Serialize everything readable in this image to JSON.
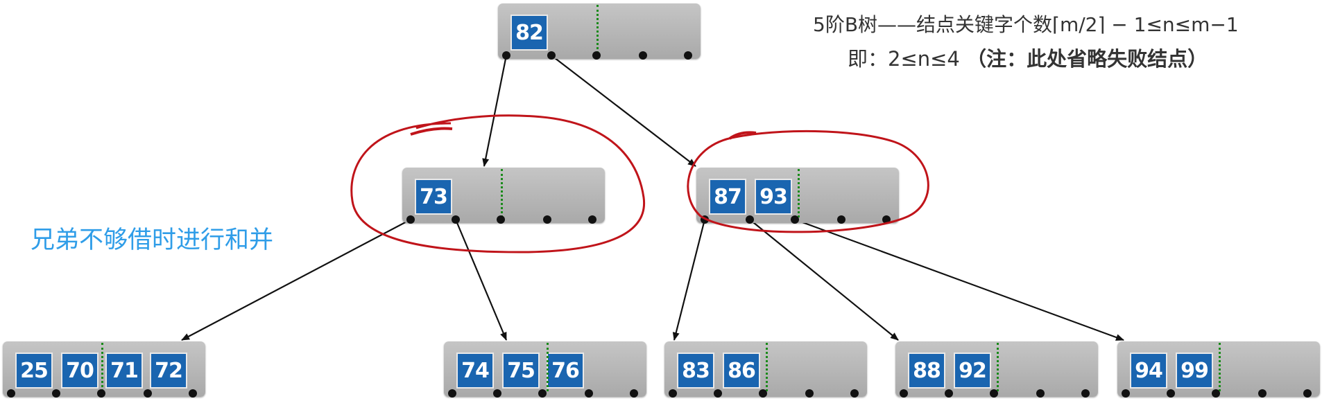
{
  "title": {
    "line1": "5阶B树——结点关键字个数⌈m/2⌉ − 1≤n≤m−1",
    "line2_main": "即：2≤n≤4 ",
    "line2_note": "（注：此处省略失败结点）"
  },
  "annotation": "兄弟不够借时进行和并",
  "colors": {
    "key_fill": "#1a65b0",
    "node_fill": "#b5b5b5",
    "separator": "#1a8a1a",
    "annotation_text": "#2f9de8",
    "highlight_ink": "#c0141a"
  },
  "tree": {
    "order": 5,
    "nodes": [
      {
        "id": "root",
        "keys": [
          "82"
        ]
      },
      {
        "id": "mid-left",
        "keys": [
          "73"
        ]
      },
      {
        "id": "mid-right",
        "keys": [
          "87",
          "93"
        ]
      },
      {
        "id": "leaf-1",
        "keys": [
          "25",
          "70",
          "71",
          "72"
        ]
      },
      {
        "id": "leaf-2",
        "keys": [
          "74",
          "75",
          "76"
        ]
      },
      {
        "id": "leaf-3",
        "keys": [
          "83",
          "86"
        ]
      },
      {
        "id": "leaf-4",
        "keys": [
          "88",
          "92"
        ]
      },
      {
        "id": "leaf-5",
        "keys": [
          "94",
          "99"
        ]
      }
    ],
    "edges": [
      {
        "from": "root",
        "pointer": 0,
        "to": "mid-left"
      },
      {
        "from": "root",
        "pointer": 1,
        "to": "mid-right"
      },
      {
        "from": "mid-left",
        "pointer": 0,
        "to": "leaf-1"
      },
      {
        "from": "mid-left",
        "pointer": 1,
        "to": "leaf-2"
      },
      {
        "from": "mid-right",
        "pointer": 0,
        "to": "leaf-3"
      },
      {
        "from": "mid-right",
        "pointer": 1,
        "to": "leaf-4"
      },
      {
        "from": "mid-right",
        "pointer": 2,
        "to": "leaf-5"
      }
    ],
    "highlighted": [
      "mid-left",
      "mid-right"
    ]
  }
}
